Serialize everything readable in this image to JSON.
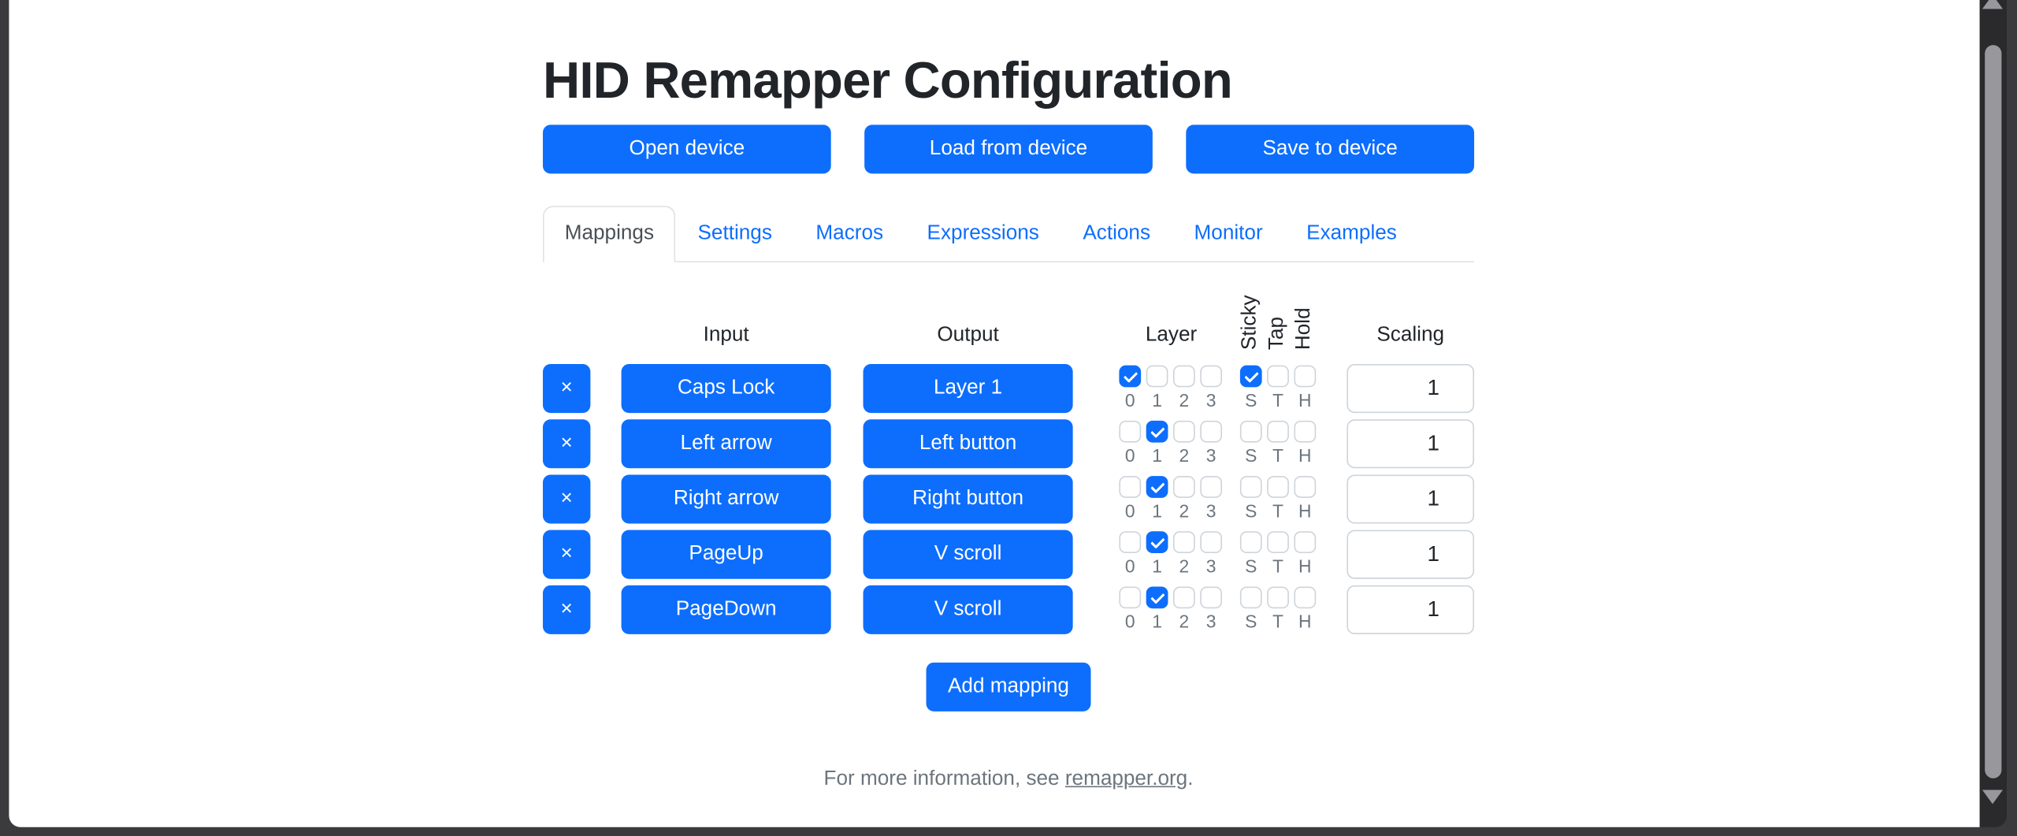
{
  "header": {
    "title": "HID Remapper Configuration"
  },
  "toolbar": {
    "buttons": [
      "Open device",
      "Load from device",
      "Save to device"
    ]
  },
  "tabs": [
    {
      "label": "Mappings",
      "active": true
    },
    {
      "label": "Settings",
      "active": false
    },
    {
      "label": "Macros",
      "active": false
    },
    {
      "label": "Expressions",
      "active": false
    },
    {
      "label": "Actions",
      "active": false
    },
    {
      "label": "Monitor",
      "active": false
    },
    {
      "label": "Examples",
      "active": false
    }
  ],
  "table": {
    "headers": {
      "input": "Input",
      "output": "Output",
      "layer": "Layer",
      "sticky": "Sticky",
      "tap": "Tap",
      "hold": "Hold",
      "scaling": "Scaling"
    },
    "layer_labels": [
      "0",
      "1",
      "2",
      "3"
    ],
    "sth_labels": [
      "S",
      "T",
      "H"
    ],
    "delete_label": "×",
    "rows": [
      {
        "input": "Caps Lock",
        "output": "Layer 1",
        "layers": [
          true,
          false,
          false,
          false
        ],
        "sth": [
          true,
          false,
          false
        ],
        "scaling": "1"
      },
      {
        "input": "Left arrow",
        "output": "Left button",
        "layers": [
          false,
          true,
          false,
          false
        ],
        "sth": [
          false,
          false,
          false
        ],
        "scaling": "1"
      },
      {
        "input": "Right arrow",
        "output": "Right button",
        "layers": [
          false,
          true,
          false,
          false
        ],
        "sth": [
          false,
          false,
          false
        ],
        "scaling": "1"
      },
      {
        "input": "PageUp",
        "output": "V scroll",
        "layers": [
          false,
          true,
          false,
          false
        ],
        "sth": [
          false,
          false,
          false
        ],
        "scaling": "1"
      },
      {
        "input": "PageDown",
        "output": "V scroll",
        "layers": [
          false,
          true,
          false,
          false
        ],
        "sth": [
          false,
          false,
          false
        ],
        "scaling": "1"
      }
    ]
  },
  "actions": {
    "add_mapping": "Add mapping"
  },
  "footer": {
    "text_before": "For more information, see ",
    "link_text": "remapper.org",
    "text_after": "."
  },
  "colors": {
    "accent": "#0d6efd",
    "text": "#212529",
    "muted": "#6c757d",
    "tab_active_text": "#495057",
    "border": "#dee2e6",
    "input_border": "#ced4da",
    "frame": "#3b3b3d",
    "scroll_track": "#2a2a2c",
    "scroll_thumb": "#98989c"
  }
}
